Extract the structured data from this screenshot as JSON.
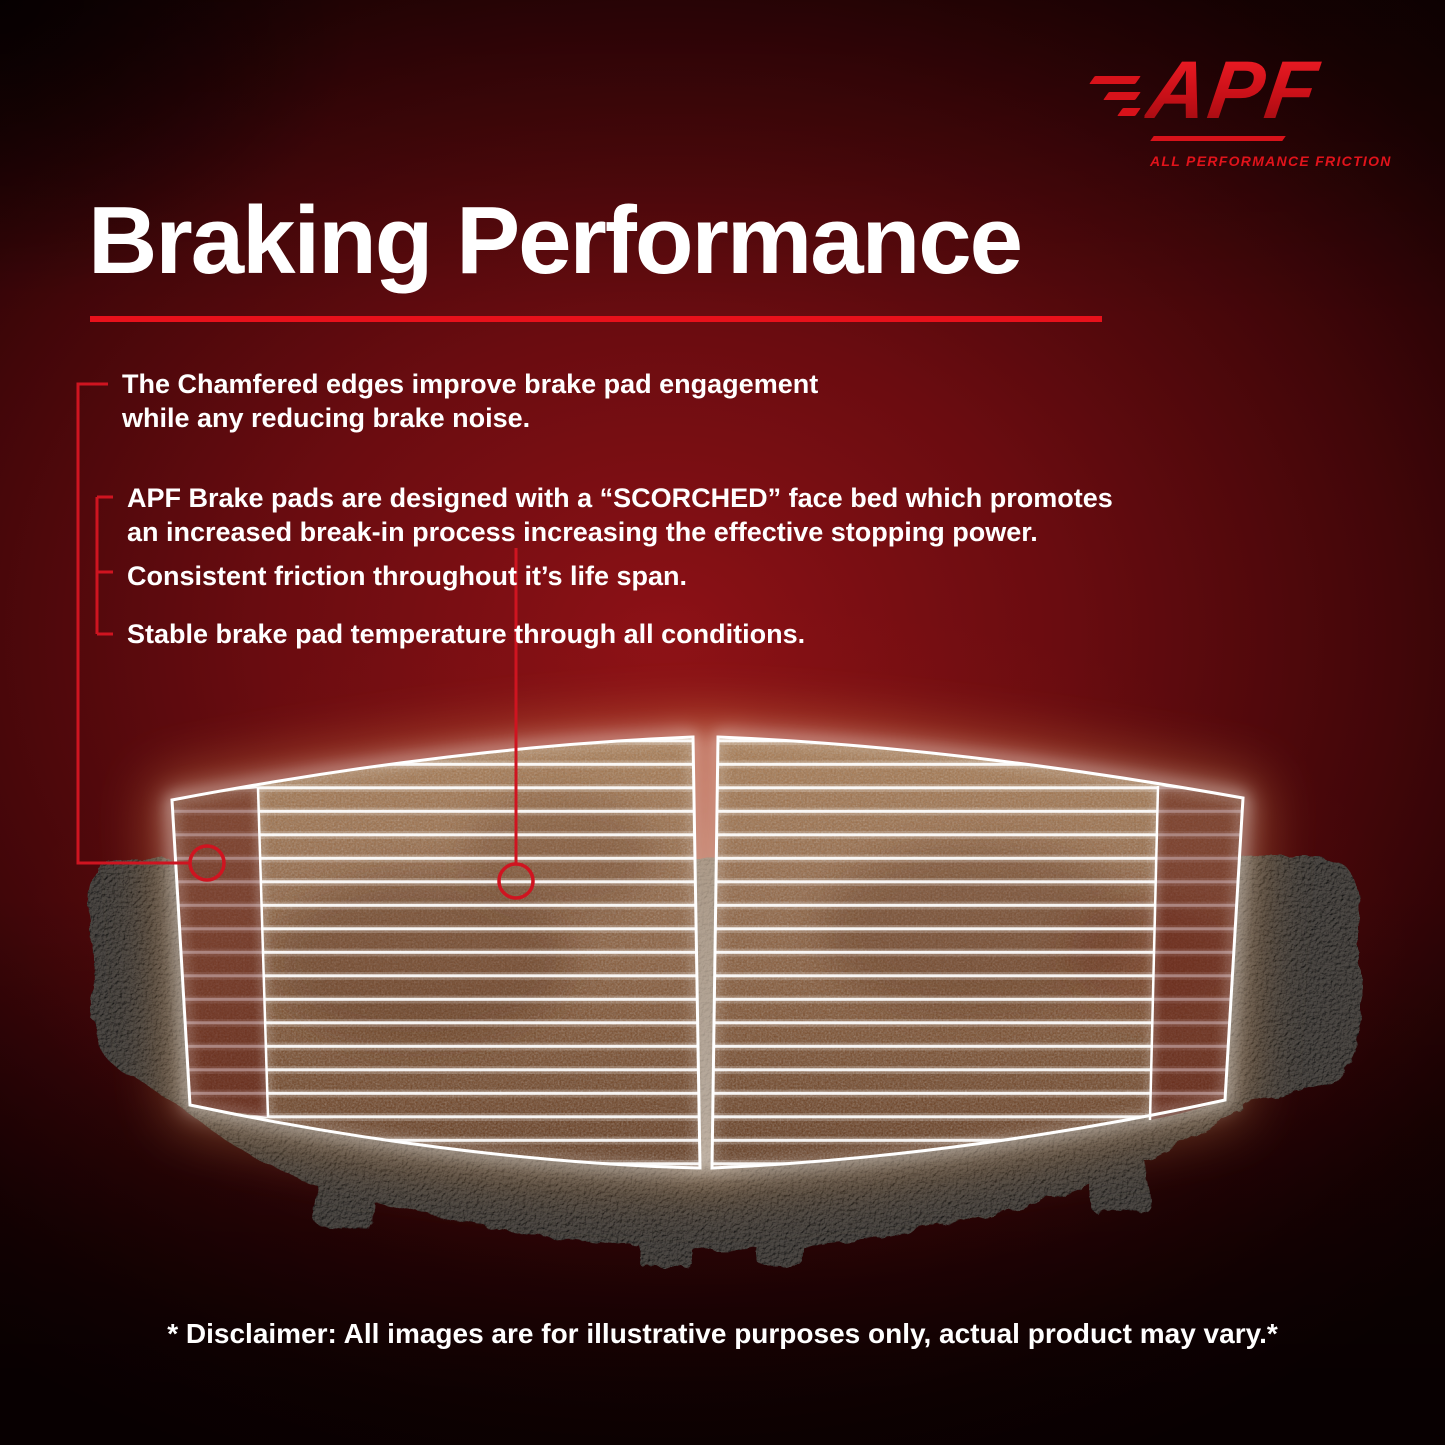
{
  "logo": {
    "brand": "APF",
    "tagline": "ALL PERFORMANCE FRICTION"
  },
  "headline": "Braking Performance",
  "bullets": [
    "The Chamfered edges improve brake pad engagement while any reducing brake noise.",
    "APF Brake pads are designed with a “SCORCHED” face bed which promotes an increased break-in process increasing the effective stopping power.",
    "Consistent friction throughout it’s life span.",
    "Stable brake pad temperature through all conditions."
  ],
  "disclaimer": "* Disclaimer: All images are for illustrative purposes only, actual product may vary.*",
  "colors": {
    "accent_red": "#d8121a",
    "underline_red": "#e8111b",
    "headline_text": "#ffffff",
    "pad_friction": "#8a5a36",
    "backing_plate": "#151515"
  },
  "figure": {
    "subject": "brake-pad-set",
    "callouts": [
      "chamfered-edge",
      "scorched-face-bed"
    ]
  }
}
